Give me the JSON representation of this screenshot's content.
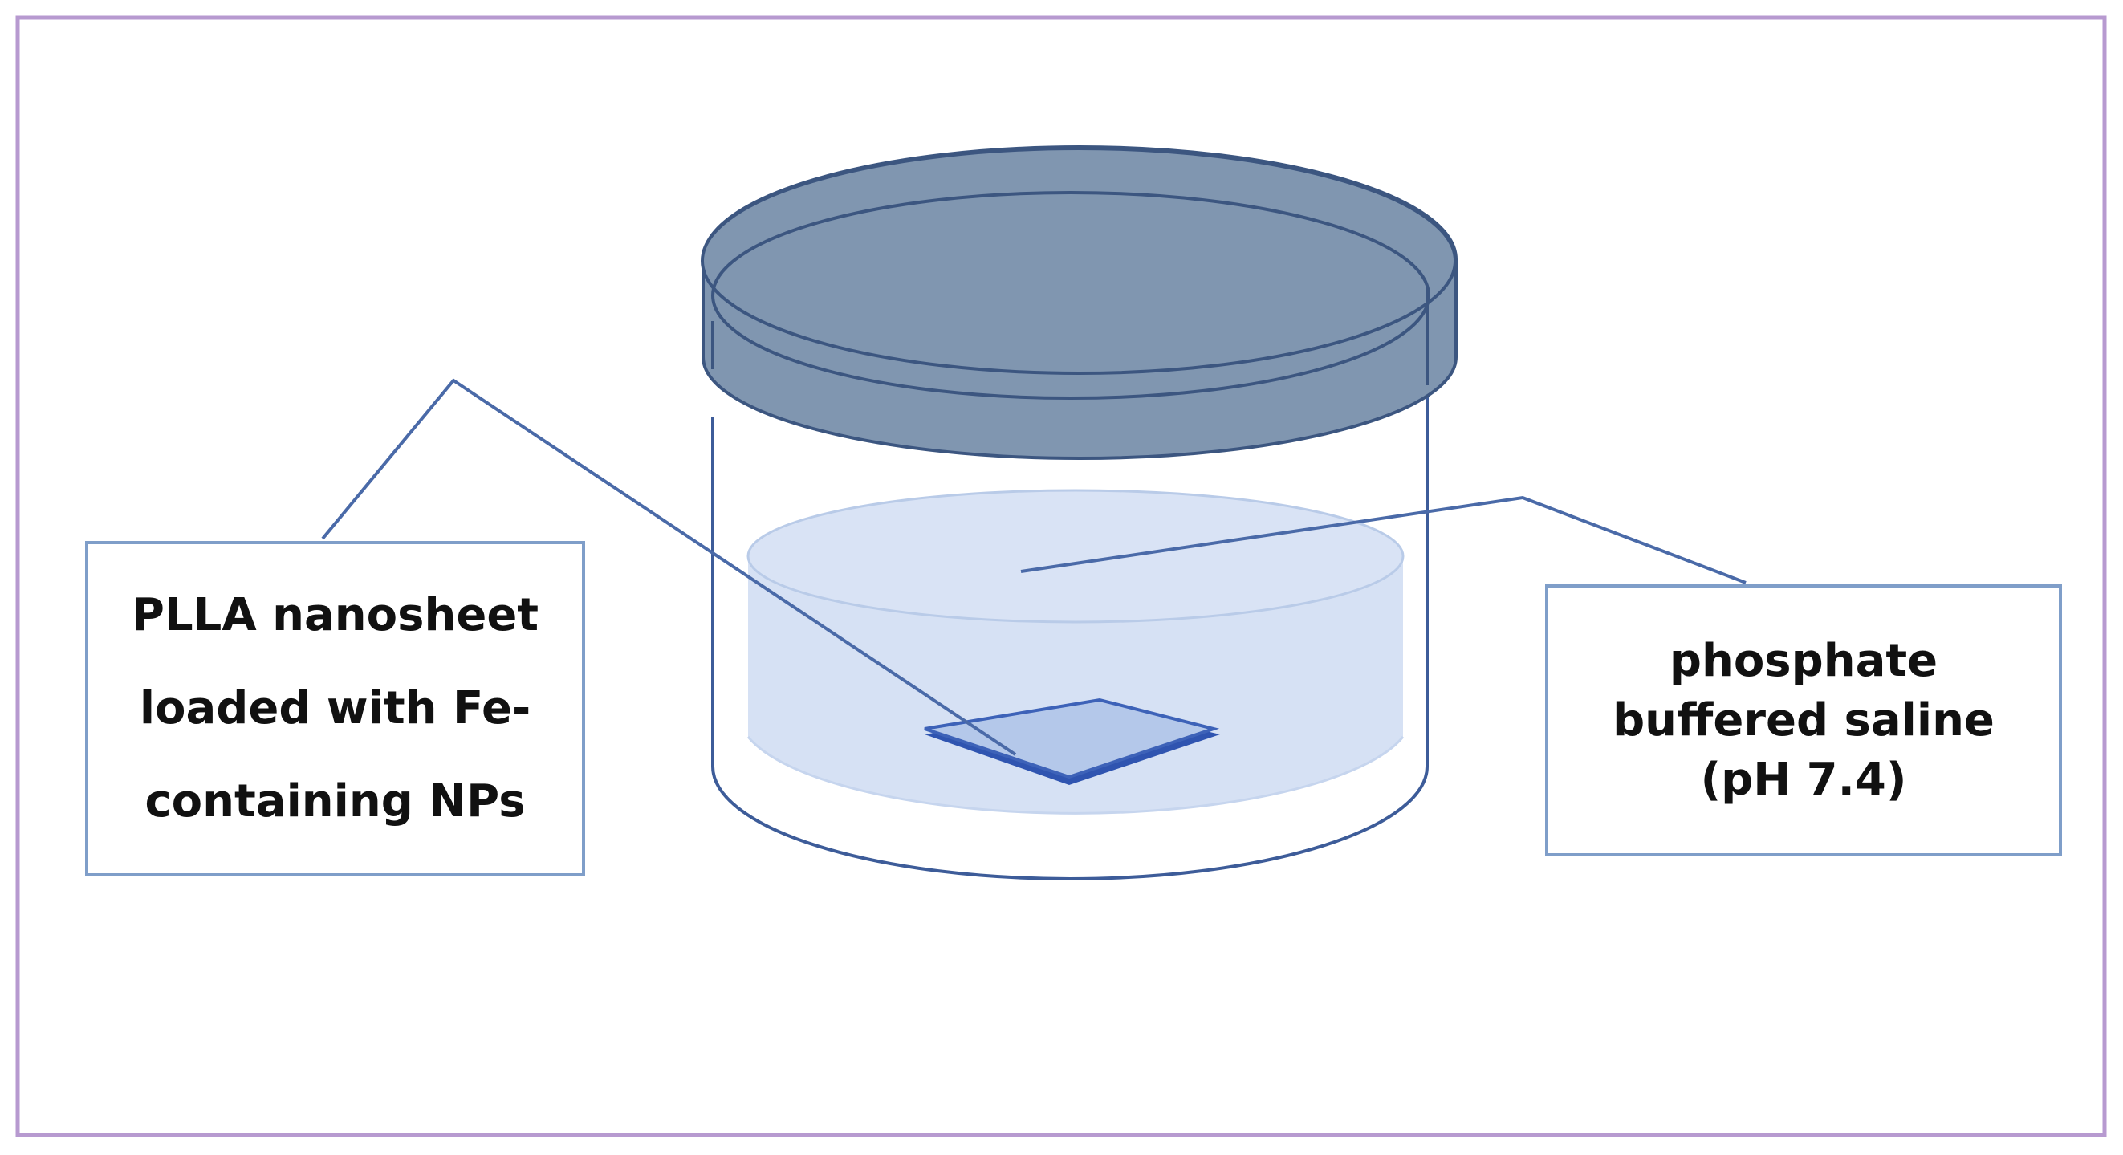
{
  "labels": {
    "nanosheet": [
      "PLLA nanosheet",
      "loaded with Fe-",
      "containing NPs"
    ],
    "solution": [
      "phosphate",
      "buffered saline",
      "(pH 7.4)"
    ]
  },
  "colors": {
    "frame": "#b79ad0",
    "lid_fill": "#8096b0",
    "lid_stroke": "#3c5680",
    "jar_stroke": "#3d5c99",
    "liquid_fill": "#d6e1f4",
    "liquid_stroke": "#b9cbe8",
    "sheet_fill": "#b4c8ea",
    "sheet_stroke": "#3d62b8",
    "callout_line": "#4a6aa8",
    "box_border": "#7f9ec9"
  }
}
